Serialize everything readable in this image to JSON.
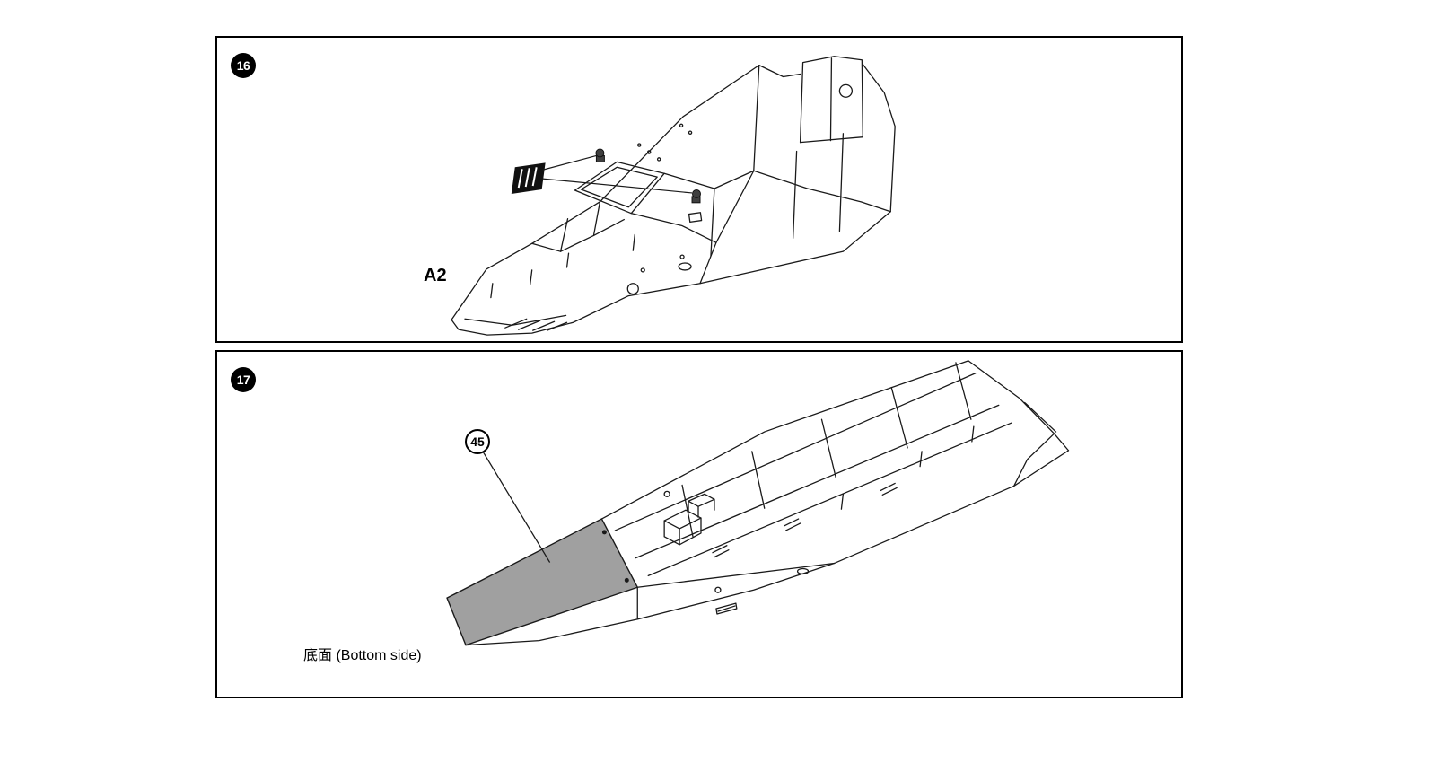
{
  "document": {
    "kind": "model-kit-assembly-instructions",
    "background_color": "#ffffff",
    "line_color": "#1a1a1a",
    "border_color": "#000000"
  },
  "steps": [
    {
      "number": "16",
      "part_label": "A2",
      "glue_icon": "cement-icon",
      "attached_parts_count": 2
    },
    {
      "number": "17",
      "part_callout": "45",
      "caption": "底面 (Bottom side)",
      "shaded_panel_color": "#a0a0a0"
    }
  ]
}
